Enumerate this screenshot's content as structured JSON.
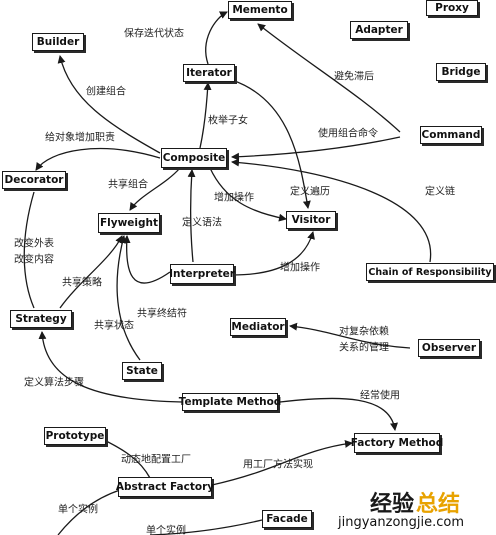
{
  "nodes": {
    "memento": "Memento",
    "proxy": "Proxy",
    "builder": "Builder",
    "adapter": "Adapter",
    "iterator": "Iterator",
    "bridge": "Bridge",
    "command": "Command",
    "composite": "Composite",
    "decorator": "Decorator",
    "flyweight": "Flyweight",
    "visitor": "Visitor",
    "interpreter": "Interpreter",
    "chain": "Chain of Responsibility",
    "strategy": "Strategy",
    "mediator": "Mediator",
    "observer": "Observer",
    "state": "State",
    "template_method": "Template Method",
    "prototype": "Prototype",
    "factory_method": "Factory Method",
    "abstract_factory": "Abstract Factory",
    "facade": "Facade"
  },
  "edge_labels": {
    "save_iter_state": "保存迭代状态",
    "create_composite": "创建组合",
    "avoid_lag": "避免滞后",
    "enum_children": "枚举子女",
    "add_duties": "给对象增加职责",
    "use_composite_cmd": "使用组合命令",
    "share_composite": "共享组合",
    "add_operation": "增加操作",
    "define_traversal": "定义遍历",
    "define_chain": "定义链",
    "define_grammar": "定义语法",
    "change_skin": "改变外表",
    "change_guts": "改变内容",
    "add_operation2": "增加操作",
    "share_strategy": "共享策略",
    "share_terminal": "共享终结符",
    "share_state": "共享状态",
    "complex_dep_1": "对复杂依赖",
    "complex_dep_2": "关系的管理",
    "define_algo_steps": "定义算法步骤",
    "often_use": "经常使用",
    "dynamic_config": "动态地配置工厂",
    "impl_with_fm": "用工厂方法实现",
    "single_instance_1": "单个实例",
    "single_instance_2": "单个实例"
  },
  "watermark": {
    "cn_1": "经验",
    "cn_2": "总结",
    "en": "jingyanzongjie.com",
    "color_1": "#1a1a1a",
    "color_2": "#e8a200"
  },
  "colors": {
    "line": "#1a1a1a",
    "background": "#ffffff"
  }
}
